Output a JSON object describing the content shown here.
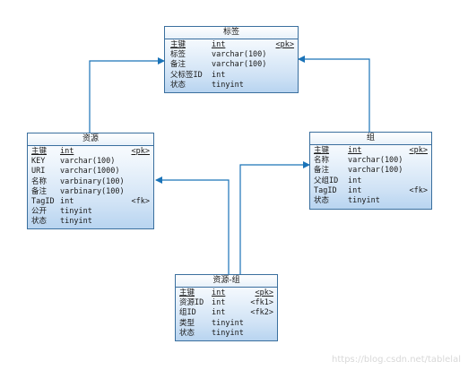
{
  "entities": {
    "tag": {
      "title": "标签",
      "rows": [
        {
          "name": "主键",
          "type": "int",
          "key": "<pk>",
          "pk": true
        },
        {
          "name": "标签",
          "type": "varchar(100)",
          "key": ""
        },
        {
          "name": "备注",
          "type": "varchar(100)",
          "key": ""
        },
        {
          "name": "父标签ID",
          "type": "int",
          "key": ""
        },
        {
          "name": "状态",
          "type": "tinyint",
          "key": ""
        }
      ]
    },
    "resource": {
      "title": "资源",
      "rows": [
        {
          "name": "主键",
          "type": "int",
          "key": "<pk>",
          "pk": true
        },
        {
          "name": "KEY",
          "type": "varchar(100)",
          "key": ""
        },
        {
          "name": "URI",
          "type": "varchar(1000)",
          "key": ""
        },
        {
          "name": "名称",
          "type": "varbinary(100)",
          "key": ""
        },
        {
          "name": "备注",
          "type": "varbinary(100)",
          "key": ""
        },
        {
          "name": "TagID",
          "type": "int",
          "key": "<fk>"
        },
        {
          "name": "公开",
          "type": "tinyint",
          "key": ""
        },
        {
          "name": "状态",
          "type": "tinyint",
          "key": ""
        }
      ]
    },
    "group": {
      "title": "组",
      "rows": [
        {
          "name": "主键",
          "type": "int",
          "key": "<pk>",
          "pk": true
        },
        {
          "name": "名称",
          "type": "varchar(100)",
          "key": ""
        },
        {
          "name": "备注",
          "type": "varchar(100)",
          "key": ""
        },
        {
          "name": "父组ID",
          "type": "int",
          "key": ""
        },
        {
          "name": "TagID",
          "type": "int",
          "key": "<fk>"
        },
        {
          "name": "状态",
          "type": "tinyint",
          "key": ""
        }
      ]
    },
    "resource_group": {
      "title": "资源-组",
      "rows": [
        {
          "name": "主键",
          "type": "int",
          "key": "<pk>",
          "pk": true
        },
        {
          "name": "资源ID",
          "type": "int",
          "key": "<fk1>"
        },
        {
          "name": "组ID",
          "type": "int",
          "key": "<fk2>"
        },
        {
          "name": "类型",
          "type": "tinyint",
          "key": ""
        },
        {
          "name": "状态",
          "type": "tinyint",
          "key": ""
        }
      ]
    }
  },
  "colors": {
    "line": "#1a73b8",
    "border": "#3a6f9e"
  },
  "watermark": "https://blog.csdn.net/tablelal"
}
